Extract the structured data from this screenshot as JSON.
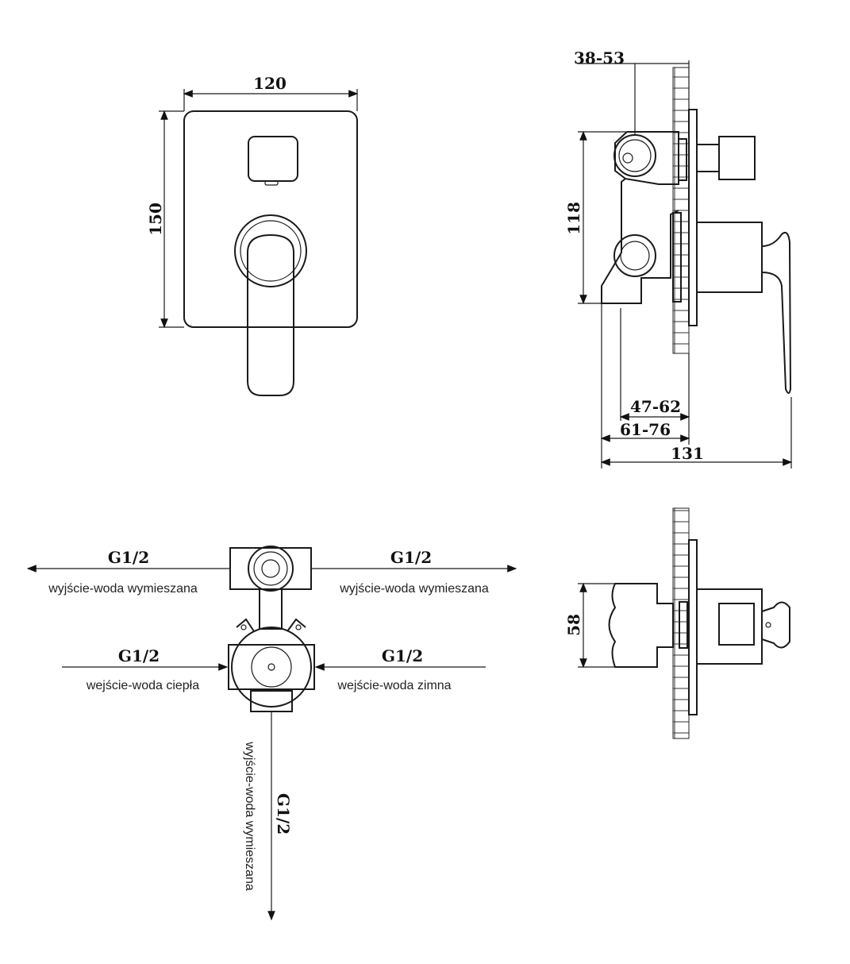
{
  "front_view": {
    "width_dim": "120",
    "height_dim": "150"
  },
  "side_view": {
    "depth_top_dim": "38-53",
    "height_dim": "118",
    "depth_mid_dim": "47-62",
    "depth_low_dim": "61-76",
    "total_depth_dim": "131"
  },
  "connections": {
    "top_left": {
      "thread": "G1/2",
      "label": "wyjście-woda wymieszana"
    },
    "top_right": {
      "thread": "G1/2",
      "label": "wyjście-woda wymieszana"
    },
    "mid_left": {
      "thread": "G1/2",
      "label": "wejście-woda ciepła"
    },
    "mid_right": {
      "thread": "G1/2",
      "label": "wejście-woda zimna"
    },
    "bottom": {
      "thread": "G1/2",
      "label": "wyjście-woda wymieszana"
    }
  },
  "top_view": {
    "height_dim": "58"
  }
}
